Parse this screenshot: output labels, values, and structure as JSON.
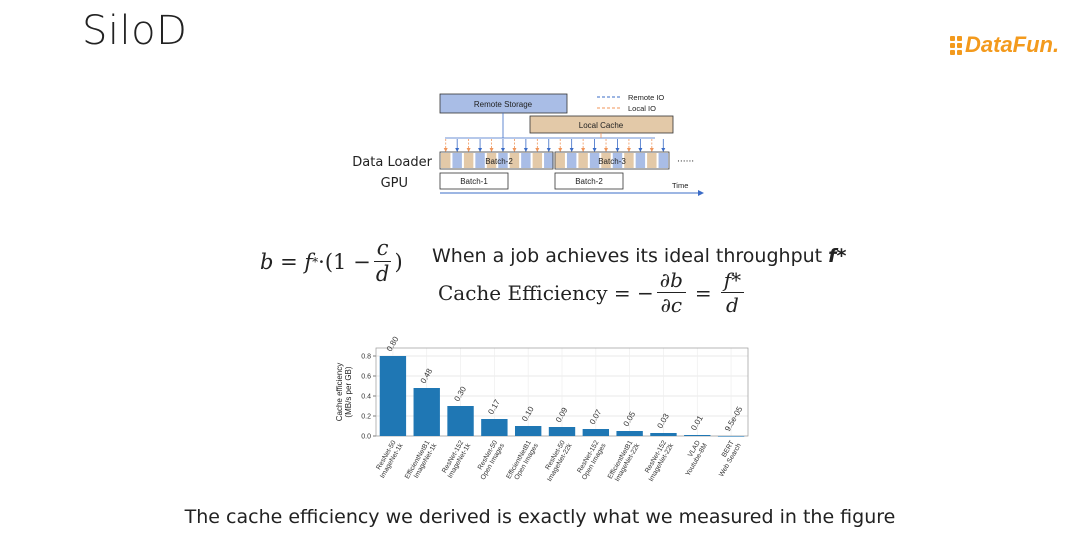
{
  "slide": {
    "title": "SiloD",
    "logo_text": "DataFun.",
    "caption": "The cache efficiency we derived is exactly what we measured in the figure"
  },
  "diagram": {
    "remote_storage": "Remote Storage",
    "local_cache": "Local Cache",
    "legend_remote": "Remote IO",
    "legend_local": "Local IO",
    "row_data_loader": "Data Loader",
    "row_gpu": "GPU",
    "loader_batch_a": "Batch-2",
    "loader_batch_b": "Batch-3",
    "gpu_batch_a": "Batch-1",
    "gpu_batch_b": "Batch-2",
    "ellipsis": "······",
    "time_label": "Time",
    "colors": {
      "remote": "#3b6cc7",
      "local": "#f0955a",
      "remote_fill": "#a9bde6",
      "local_fill": "#e3c9a8"
    }
  },
  "formulas": {
    "b_lhs": "b = f",
    "b_star": "*",
    "b_dot": "·",
    "b_open": "(1 −",
    "b_num": "c",
    "b_den": "d",
    "b_close": ")",
    "statement_prefix": "When a job achieves its ideal throughput",
    "statement_var": "f*",
    "ce_label": "Cache Efficiency = −",
    "ce_num1": "∂b",
    "ce_den1": "∂c",
    "ce_eq": "=",
    "ce_num2": "f*",
    "ce_den2": "d"
  },
  "chart_data": {
    "type": "bar",
    "ylabel": "Cache efficiency\n(MB/s per GB)",
    "ylim": [
      0,
      0.88
    ],
    "yticks": [
      "0.0",
      "0.2",
      "0.4",
      "0.6",
      "0.8"
    ],
    "grid": true,
    "bar_color": "#1f77b4",
    "categories": [
      [
        "ResNet-50",
        "ImageNet-1k"
      ],
      [
        "EfficientNetB1",
        "ImageNet-1k"
      ],
      [
        "ResNet-152",
        "ImageNet-1k"
      ],
      [
        "ResNet-50",
        "Open Images"
      ],
      [
        "EfficientNetB1",
        "Open Images"
      ],
      [
        "ResNet-50",
        "ImageNet-22k"
      ],
      [
        "ResNet-152",
        "Open Images"
      ],
      [
        "EfficientNetB1",
        "ImageNet-22k"
      ],
      [
        "ResNet-152",
        "ImageNet-22k"
      ],
      [
        "VLAD",
        "Youtube-8M"
      ],
      [
        "BERT",
        "Web Search"
      ]
    ],
    "values": [
      0.8,
      0.48,
      0.3,
      0.17,
      0.1,
      0.09,
      0.07,
      0.05,
      0.03,
      0.01,
      9.5e-05
    ],
    "value_labels": [
      "0.80",
      "0.48",
      "0.30",
      "0.17",
      "0.10",
      "0.09",
      "0.07",
      "0.05",
      "0.03",
      "0.01",
      "9.5e-05"
    ]
  }
}
